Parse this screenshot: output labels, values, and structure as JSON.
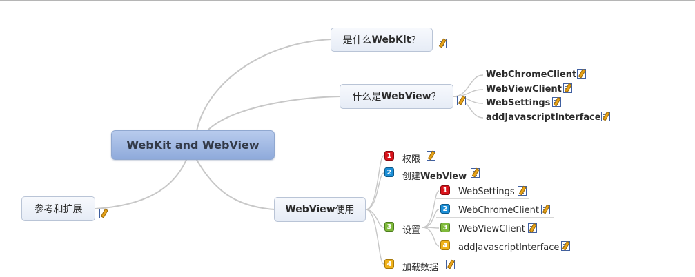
{
  "central": "WebKit and WebView",
  "topics": {
    "what_webkit": {
      "pre": "是什么",
      "kw": "WebKit",
      "post": "？"
    },
    "what_webview": {
      "pre": "什么是",
      "kw": "WebView",
      "post": "？"
    },
    "webview_use": {
      "pre": "",
      "kw": "WebView",
      "post": "使用"
    },
    "reference": "参考和扩展"
  },
  "webview_children": [
    "WebChromeClient",
    "WebViewClient",
    "WebSettings",
    "addJavascriptInterface"
  ],
  "usage_items": [
    {
      "priority": "1",
      "pre": "权限",
      "kw": ""
    },
    {
      "priority": "2",
      "pre": "创建",
      "kw": "WebView"
    },
    {
      "priority": "3",
      "pre": "设置",
      "kw": ""
    },
    {
      "priority": "4",
      "pre": "加载数据",
      "kw": ""
    }
  ],
  "settings_items": [
    {
      "priority": "1",
      "label": "WebSettings"
    },
    {
      "priority": "2",
      "label": "WebChromeClient"
    },
    {
      "priority": "3",
      "label": "WebViewClient"
    },
    {
      "priority": "4",
      "label": "addJavascriptInterface"
    }
  ],
  "colors": {
    "link": "#c7c7c7",
    "central_fill": "#9fb7e3",
    "node_fill": "#eaeff8",
    "p1": "#d9131b",
    "p2": "#1c8ed6",
    "p3": "#7fba3a",
    "p4": "#f0b21b"
  },
  "icons": {
    "note": "note-icon",
    "priority": "priority-marker"
  }
}
